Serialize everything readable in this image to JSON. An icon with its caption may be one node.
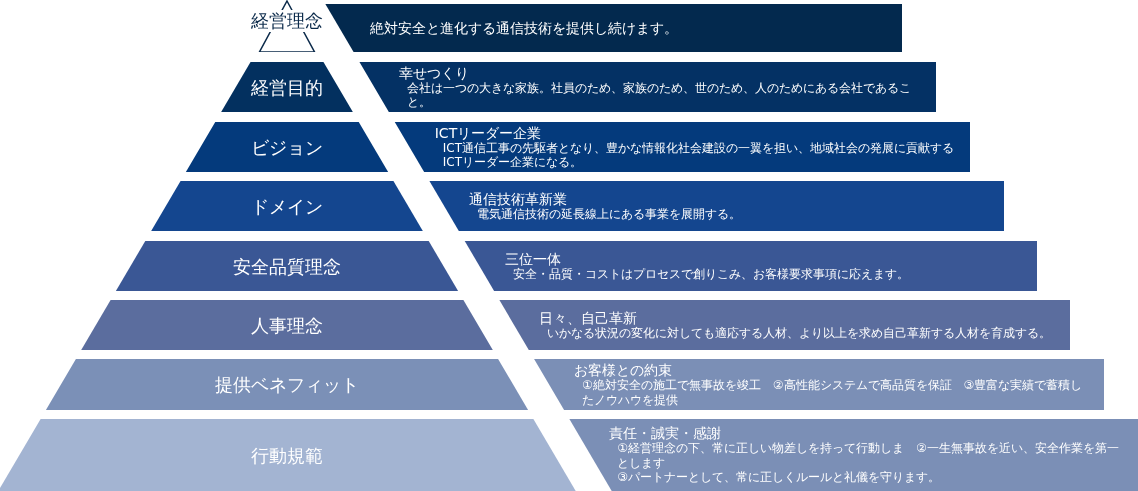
{
  "diagram": {
    "nodes": [
      {
        "text": [
          "経営理念"
        ]
      },
      {
        "text": [
          "経営目的"
        ]
      },
      {
        "text": [
          "ビジョン"
        ]
      },
      {
        "text": [
          "ドメイン"
        ]
      },
      {
        "text": [
          "安全品質理念"
        ]
      },
      {
        "text": [
          "人事理念"
        ]
      },
      {
        "text": [
          "提供ベネフィット"
        ]
      },
      {
        "text": [
          "行動規範"
        ]
      },
      {
        "text": [
          "絶対安全と進化する通信技術を提供し続けます。"
        ]
      },
      {
        "text": [
          "幸せつくり",
          "会社は一つの大きな家族。社員のため、家族のため、世のため、人のためにある会社であること。"
        ]
      },
      {
        "text": [
          "ICTリーダー企業",
          "ICT通信工事の先駆者となり、豊かな情報化社会建設の一翼を担い、地域社会の発展に貢献するICTリーダー企業になる。"
        ]
      },
      {
        "text": [
          "通信技術革新業",
          "電気通信技術の延長線上にある事業を展開する。"
        ]
      },
      {
        "text": [
          "三位一体",
          "安全・品質・コストはプロセスで創りこみ、お客様要求事項に応えます。"
        ]
      },
      {
        "text": [
          "日々、自己革新",
          "いかなる状況の変化に対しても適応する人材、より以上を求め自己革新する人材を育成する。"
        ]
      },
      {
        "text": [
          "お客様との約束",
          "①絶対安全の施工で無事故を竣工　②高性能システムで高品質を保証　③豊富な実績で蓄積したノウハウを提供"
        ]
      },
      {
        "text": [
          "責任・誠実・感謝",
          "①経営理念の下、常に正しい物差しを持って行動しま　②一生無事故を近い、安全作業を第一とします",
          "③パートナーとして、常に正しくルールと礼儀を守ります。"
        ]
      }
    ],
    "edges": []
  }
}
